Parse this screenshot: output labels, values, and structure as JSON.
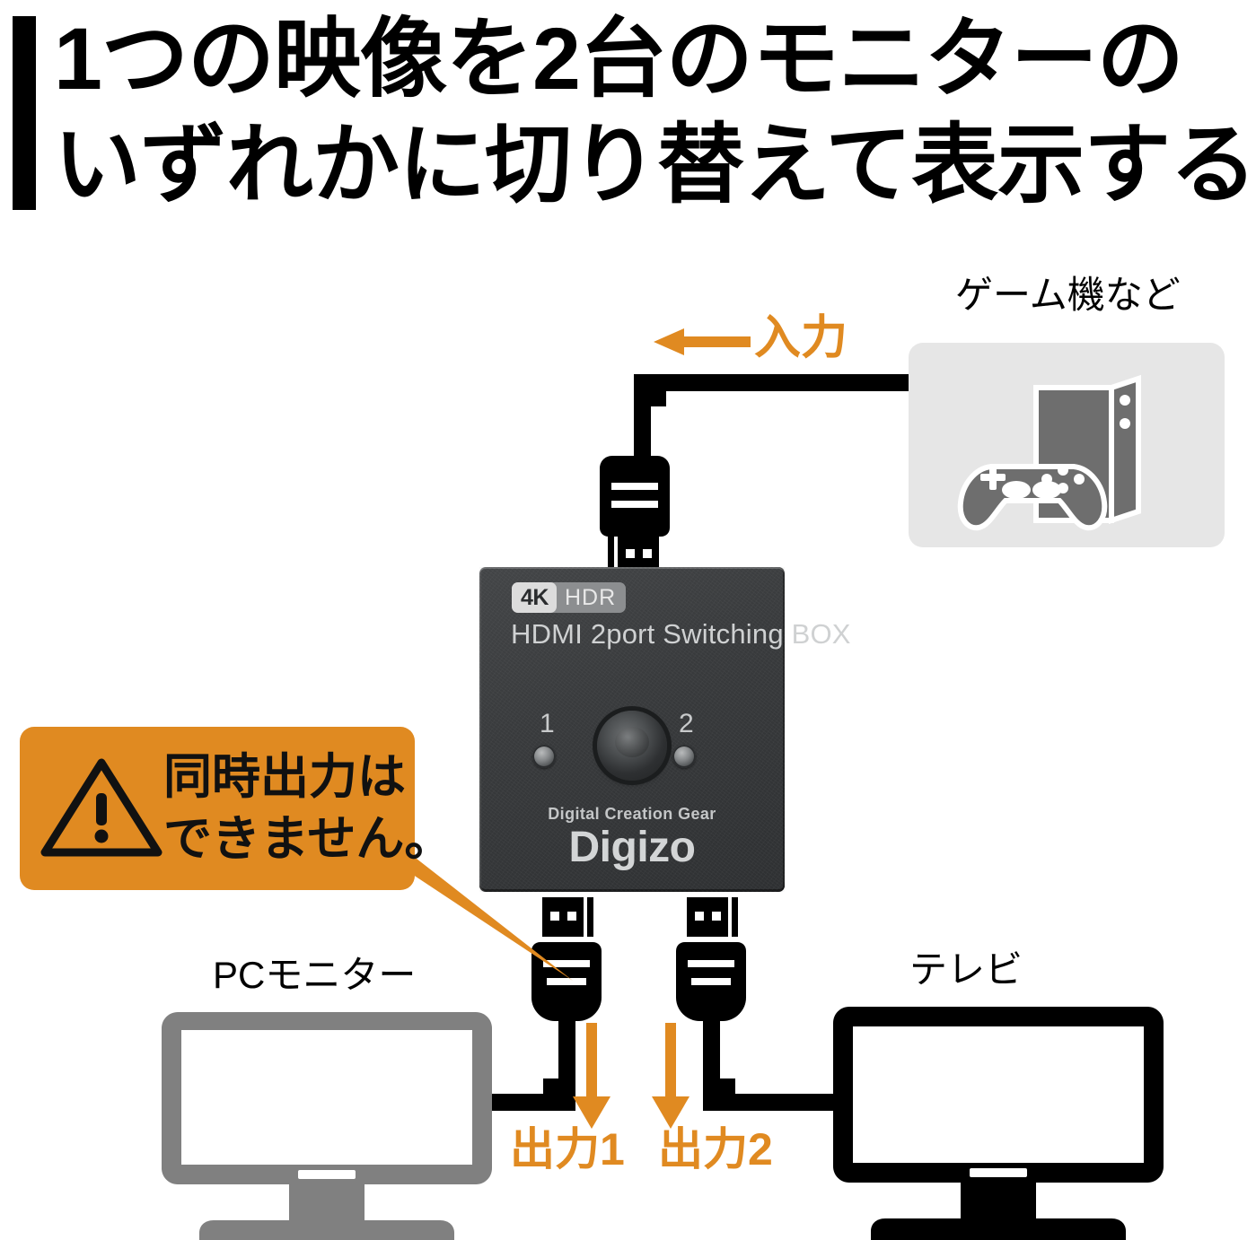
{
  "headline": {
    "line1": "1つの映像を2台のモニターの",
    "line2": "いずれかに切り替えて表示する"
  },
  "colors": {
    "accent_orange": "#E08A21",
    "device_body": "#3a3c3e",
    "console_box_bg": "#e6e6e6",
    "console_icon_gray": "#6e6e6e",
    "pc_monitor_gray": "#808080",
    "tv_black": "#000000",
    "cable_black": "#000000"
  },
  "input": {
    "label": "入力",
    "arrow_icon": "arrow-left-icon",
    "direction": "left"
  },
  "source": {
    "label": "ゲーム機など",
    "icon": "game-console-icon"
  },
  "device": {
    "badge_4k": "4K",
    "badge_hdr": "HDR",
    "title": "HDMI 2port Switching BOX",
    "port_label_1": "1",
    "port_label_2": "2",
    "button_icon": "switch-button-icon",
    "led_1_icon": "led-indicator-icon",
    "led_2_icon": "led-indicator-icon",
    "brand_tagline": "Digital Creation Gear",
    "brand_name": "Digizo"
  },
  "warning": {
    "icon": "warning-triangle-icon",
    "line1": "同時出力は",
    "line2": "できません。"
  },
  "outputs": [
    {
      "label": "出力1",
      "arrow_icon": "arrow-down-icon"
    },
    {
      "label": "出力2",
      "arrow_icon": "arrow-down-icon"
    }
  ],
  "displays": [
    {
      "label": "PCモニター",
      "icon": "monitor-icon"
    },
    {
      "label": "テレビ",
      "icon": "television-icon"
    }
  ],
  "connectors": {
    "input_plug_icon": "hdmi-plug-icon",
    "output1_plug_icon": "hdmi-plug-icon",
    "output2_plug_icon": "hdmi-plug-icon"
  }
}
